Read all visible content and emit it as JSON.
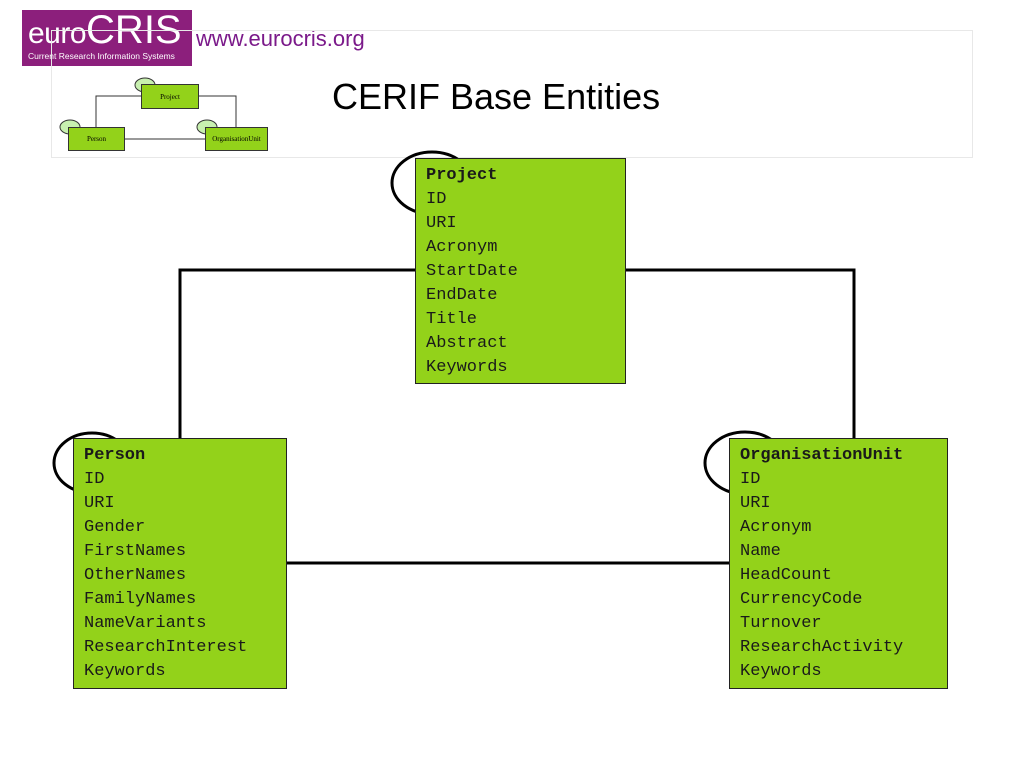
{
  "logo": {
    "word_prefix": "euro",
    "word_suffix": "CRIS",
    "tagline": "Current Research Information Systems"
  },
  "site_url": "www.eurocris.org",
  "title": "CERIF Base Entities",
  "thumbnail": {
    "project": "Project",
    "person": "Person",
    "organisation": "OrganisationUnit"
  },
  "entities": {
    "project": {
      "name": "Project",
      "attributes": [
        "ID",
        "URI",
        "Acronym",
        "StartDate",
        "EndDate",
        "Title",
        "Abstract",
        "Keywords"
      ]
    },
    "person": {
      "name": "Person",
      "attributes": [
        "ID",
        "URI",
        "Gender",
        "FirstNames",
        "OtherNames",
        "FamilyNames",
        "NameVariants",
        "ResearchInterest",
        "Keywords"
      ]
    },
    "organisation": {
      "name": "OrganisationUnit",
      "attributes": [
        "ID",
        "URI",
        "Acronym",
        "Name",
        "HeadCount",
        "CurrencyCode",
        "Turnover",
        "ResearchActivity",
        "Keywords"
      ]
    }
  },
  "colors": {
    "entity_fill": "#93d21a",
    "logo_bg": "#8c1f7c",
    "url_color": "#7b1a8a",
    "circle_fill": "#c8f0b0"
  }
}
